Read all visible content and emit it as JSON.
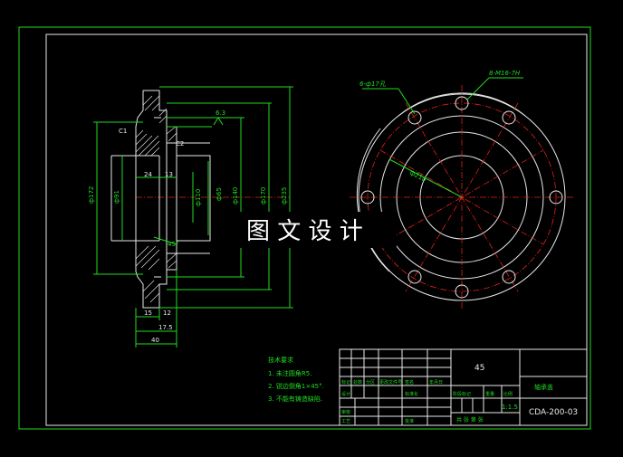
{
  "watermark": "图 文 设 计",
  "drawing_code": "CDA-200-03",
  "part_name": "轴承盖",
  "material": "45",
  "scale": "1:1.5",
  "dimensions": {
    "d72": "ф172",
    "d91": "ф91",
    "d110": "ф110",
    "d65": "ф65",
    "d140": "ф140",
    "d170": "ф170",
    "d235": "ф235",
    "w24": "24",
    "w13": "13",
    "w15": "15",
    "w12": "12",
    "w175": "17.5",
    "w40": "40",
    "surface": "6.3",
    "c1": "C1",
    "c2": "C2",
    "angle": "45°",
    "holes_6": "6-ф17孔",
    "holes_m": "8-M16-7H",
    "pcd": "ф210"
  },
  "notes": {
    "title": "技术要求",
    "items": [
      "1. 未注圆角R5.",
      "2. 锐边倒角1×45°.",
      "3. 不能有铸造缺陷."
    ]
  },
  "title_block": {
    "row_labels": [
      "标记",
      "处数",
      "分区",
      "更改文件号",
      "签名",
      "年月日"
    ],
    "row2": [
      "设计",
      "",
      "标准化",
      "",
      "阶段标记",
      "重量",
      "比例"
    ],
    "row3": [
      "审核",
      "",
      "",
      ""
    ],
    "row4": [
      "工艺",
      "",
      "批准",
      "",
      "共",
      "张",
      "第",
      "张"
    ],
    "sheet": "共 张 第 张"
  }
}
